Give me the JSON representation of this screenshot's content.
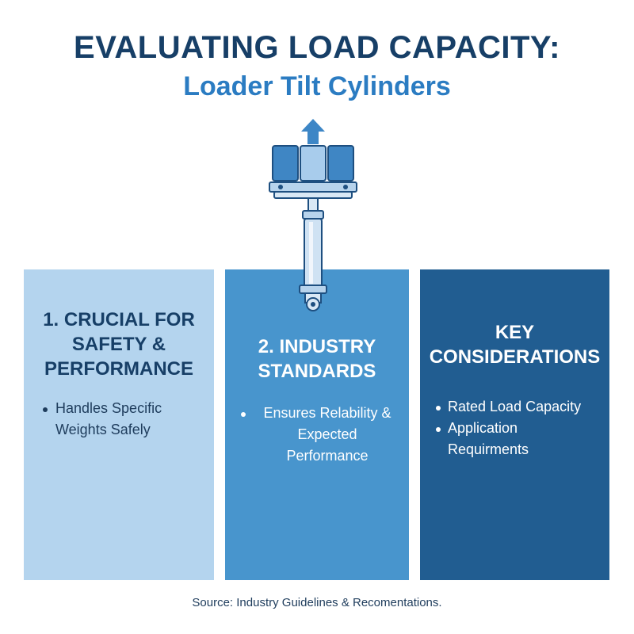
{
  "header": {
    "title": "EVALUATING LOAD CAPACITY:",
    "subtitle": "Loader Tilt Cylinders"
  },
  "colors": {
    "title": "#173f67",
    "subtitle": "#2b7cc2",
    "panel_1": "#b4d4ee",
    "panel_2": "#4895cd",
    "panel_3": "#215d91"
  },
  "graphic": {
    "icon": "hydraulic-cylinder-icon",
    "arrow": "up-arrow-icon"
  },
  "panels": [
    {
      "heading_lines": [
        "1. CRUCIAL FOR",
        "SAFETY &",
        "PERFORMANCE"
      ],
      "bullets": [
        [
          "Handles Specific",
          "Weights Safely"
        ]
      ]
    },
    {
      "heading_lines": [
        "2. INDUSTRY",
        "STANDARDS"
      ],
      "bullets": [
        [
          "Ensures Relability &",
          "Expected",
          "Performance"
        ]
      ]
    },
    {
      "heading_lines": [
        "KEY",
        "CONSIDERATIONS"
      ],
      "bullets": [
        [
          "Rated Load Capacity"
        ],
        [
          "Application Requirments"
        ]
      ]
    }
  ],
  "footer": {
    "source": "Source: Industry Guidelines & Recomentations."
  }
}
